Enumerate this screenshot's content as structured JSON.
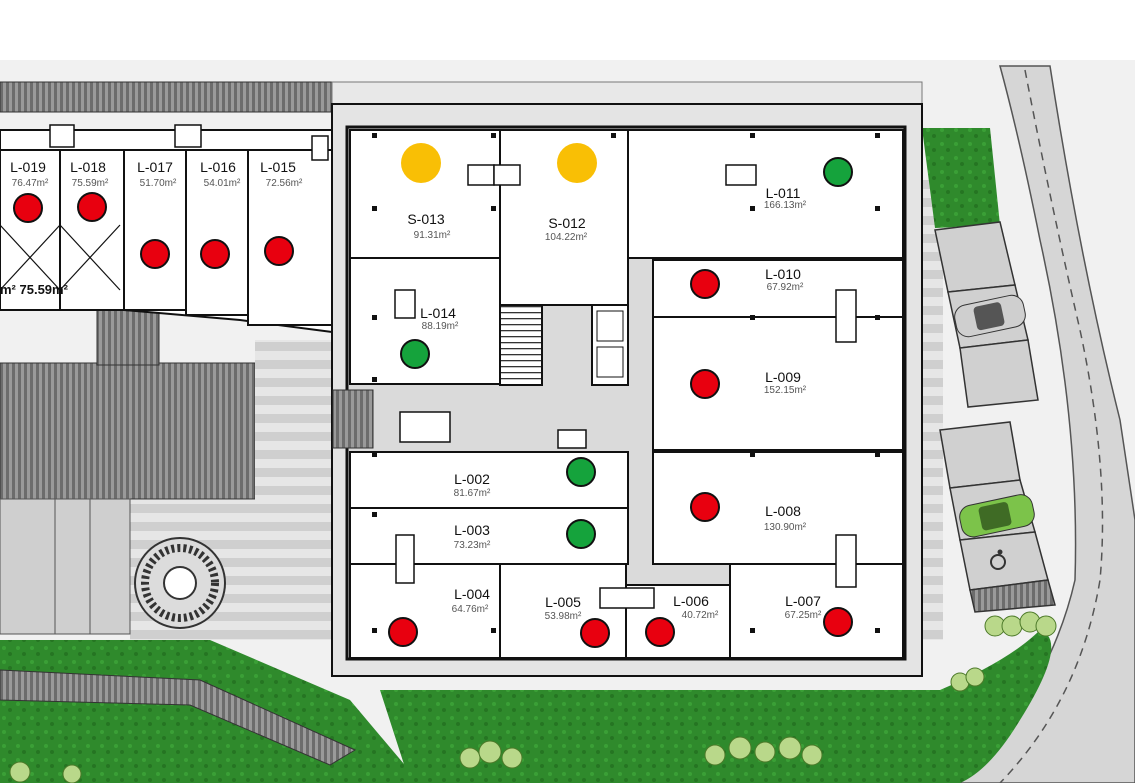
{
  "plan": {
    "title": "",
    "units": [
      {
        "id": "L-019",
        "area": "76.47m²",
        "status": "occupied"
      },
      {
        "id": "L-018",
        "area": "75.59m²",
        "status": "occupied"
      },
      {
        "id": "L-017",
        "area": "51.70m²",
        "status": "occupied"
      },
      {
        "id": "L-016",
        "area": "54.01m²",
        "status": "occupied"
      },
      {
        "id": "L-015",
        "area": "72.56m²",
        "status": "occupied"
      },
      {
        "id": "S-013",
        "area": "91.31m²",
        "status": "reserved"
      },
      {
        "id": "S-012",
        "area": "104.22m²",
        "status": "reserved"
      },
      {
        "id": "L-011",
        "area": "166.13m²",
        "status": "available"
      },
      {
        "id": "L-014",
        "area": "88.19m²",
        "status": "available"
      },
      {
        "id": "L-010",
        "area": "67.92m²",
        "status": "occupied"
      },
      {
        "id": "L-009",
        "area": "152.15m²",
        "status": "occupied"
      },
      {
        "id": "L-002",
        "area": "81.67m²",
        "status": "available"
      },
      {
        "id": "L-003",
        "area": "73.23m²",
        "status": "available"
      },
      {
        "id": "L-008",
        "area": "130.90m²",
        "status": "occupied"
      },
      {
        "id": "L-004",
        "area": "64.76m²",
        "status": "occupied"
      },
      {
        "id": "L-005",
        "area": "53.98m²",
        "status": "occupied"
      },
      {
        "id": "L-006",
        "area": "40.72m²",
        "status": "occupied"
      },
      {
        "id": "L-007",
        "area": "67.25m²",
        "status": "occupied"
      }
    ],
    "combined_label": "m² 75.59m²",
    "status_colors": {
      "occupied": "#e8000f",
      "available": "#15a33c",
      "reserved": "#f9bf05"
    },
    "colors": {
      "lawn": "#2f8a2c",
      "paving": "#c9c9c9",
      "road": "#d4d4d4",
      "wall": "#111111",
      "roof": "#8a8a8a"
    },
    "icons": [
      "wc-icon",
      "car-icon",
      "accessible-parking-icon",
      "tree-icon",
      "stairs-icon",
      "elevator-icon",
      "spiral-staircase-icon"
    ]
  }
}
